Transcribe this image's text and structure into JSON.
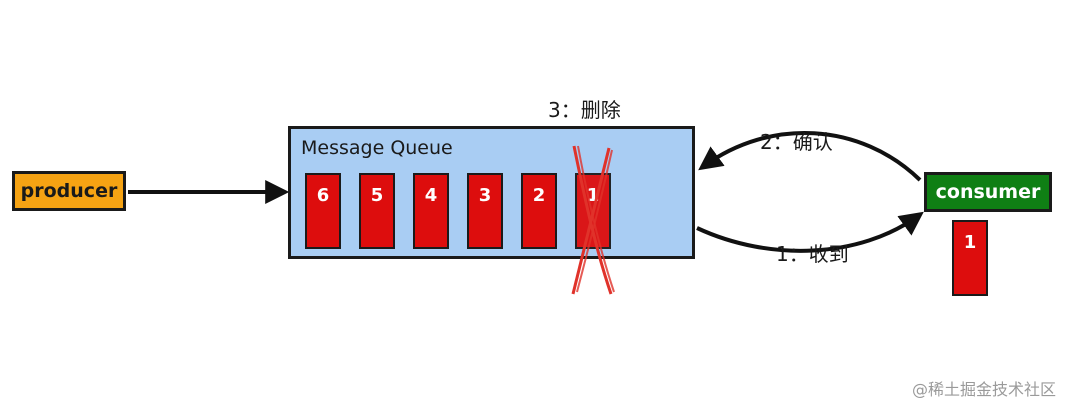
{
  "producer": {
    "label": "producer",
    "color": "#f6a313"
  },
  "queue": {
    "title": "Message Queue",
    "color": "#a9cdf3",
    "messages": [
      {
        "label": "6",
        "deleted": false
      },
      {
        "label": "5",
        "deleted": false
      },
      {
        "label": "4",
        "deleted": false
      },
      {
        "label": "3",
        "deleted": false
      },
      {
        "label": "2",
        "deleted": false
      },
      {
        "label": "1",
        "deleted": true
      }
    ]
  },
  "consumer": {
    "label": "consumer",
    "color": "#0f7f14",
    "received_message": "1"
  },
  "steps": {
    "receive": "1：收到",
    "ack": "2：确认",
    "delete": "3：删除"
  },
  "message_color": "#dd0d0d",
  "cross_color": "#e0322a",
  "watermark": "@稀土掘金技术社区"
}
